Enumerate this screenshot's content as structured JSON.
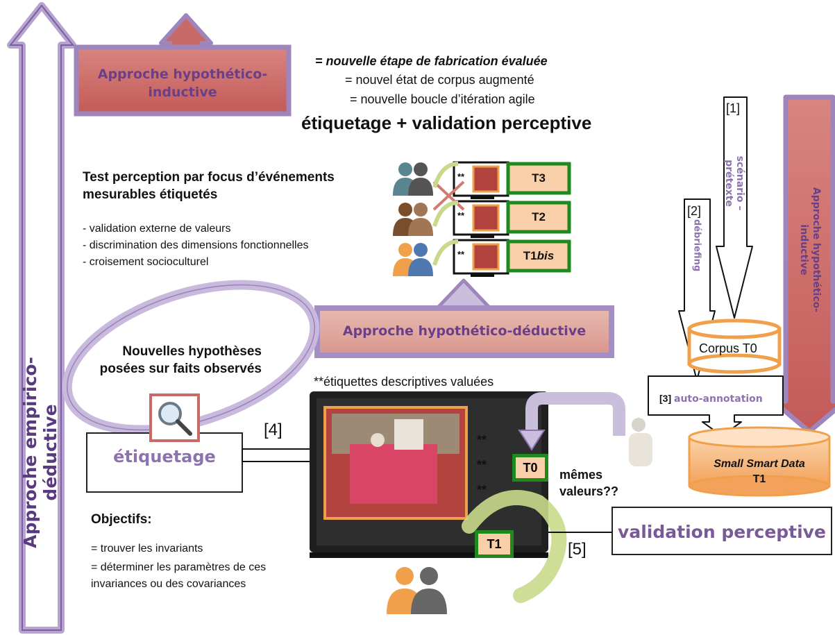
{
  "header": {
    "line1": "= nouvelle étape de fabrication évaluée",
    "line2": "= nouvel état de corpus augmenté",
    "line3": "= nouvelle boucle d’itération agile",
    "title": "étiquetage + validation perceptive"
  },
  "left_arrow_label": "Approche empirico-déductive",
  "box_hypothetico_inductive_top": "Approche hypothético-inductive",
  "box_hypothetico_inductive_right": "Approche hypothético-inductive",
  "box_hypothetico_deductive": "Approche hypothético-déductive",
  "test_perception": {
    "title": "Test perception par focus d’événements mesurables étiquetés",
    "items": [
      "- validation externe de valeurs",
      "- discrimination des dimensions fonctionnelles",
      "- croisement socioculturel"
    ]
  },
  "tests": [
    {
      "label": "T3",
      "stars": "**"
    },
    {
      "label": "T2",
      "stars": "**"
    },
    {
      "label_main": "T1",
      "label_italic": "bis",
      "stars": "**"
    }
  ],
  "scenario": {
    "bracket": "[1]",
    "text": "scénario – prétexte"
  },
  "debriefing": {
    "bracket": "[2]",
    "text": "débriefing"
  },
  "corpus_t0": "Corpus T0",
  "auto_annotation": {
    "bracket": "[3]",
    "text": "auto-annotation"
  },
  "small_smart_data": {
    "line1": "Small Smart Data",
    "line2": "T1"
  },
  "hypotheses": "Nouvelles hypothèses posées sur faits observés",
  "etiquetage": "étiquetage",
  "step4": "[4]",
  "step5": "[5]",
  "etiquettes_note": "**étiquettes descriptives valuées",
  "screen_stars": [
    "**",
    "**",
    "**"
  ],
  "t0_label": "T0",
  "t1_label": "T1",
  "memes_valeurs": "mêmes valeurs??",
  "validation_perceptive": "validation perceptive",
  "objectifs": {
    "title": "Objectifs:",
    "items": [
      "= trouver les invariants",
      "= déterminer les paramètres de ces invariances ou des covariances"
    ]
  },
  "colors": {
    "purple": "#8e72b0",
    "purple_light": "#c9bedb",
    "rose_box": "#c96a66",
    "rose_box_light": "#d99a92",
    "orange": "#f0a04a",
    "green": "#1e8a1e",
    "peach": "#f9cfa9"
  }
}
